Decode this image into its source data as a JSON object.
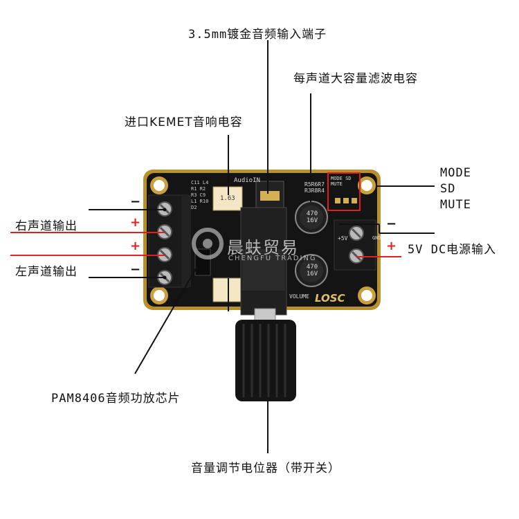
{
  "callouts": {
    "jack": "3.5mm镀金音频输入端子",
    "filter_cap": "每声道大容量滤波电容",
    "kemet_cap": "进口KEMET音响电容",
    "mode": "MODE",
    "sd": "SD",
    "mute": "MUTE",
    "right_out": "右声道输出",
    "left_out": "左声道输出",
    "dc_in": "5V DC电源输入",
    "chip": "PAM8406音频功放芯片",
    "pot": "音量调节电位器（带开关）"
  },
  "signs": {
    "minus": "−",
    "plus": "+"
  },
  "board": {
    "audio_in": "AudioIN",
    "brand": "LOSC",
    "volume": "VOLUME",
    "cap_rating_1": "470 16V",
    "cap_rating_2": "470 16V",
    "kemet_value": "1.63",
    "resistors": "R5R6R7 R3R8R4",
    "dc_label": "+5V",
    "gnd_label": "GND",
    "header_labels": "MODE SD MUTE",
    "designators": "C11 L4 R1 R2 R3 C9 L1 R10 D2"
  },
  "watermark": {
    "cn": "晨蚨贸易",
    "en": "CHENGFU TRADING"
  },
  "colors": {
    "plus_line": "#e02020",
    "header_box": "#e02020",
    "pcb": "#141414",
    "pcb_edge": "#b8902e"
  }
}
